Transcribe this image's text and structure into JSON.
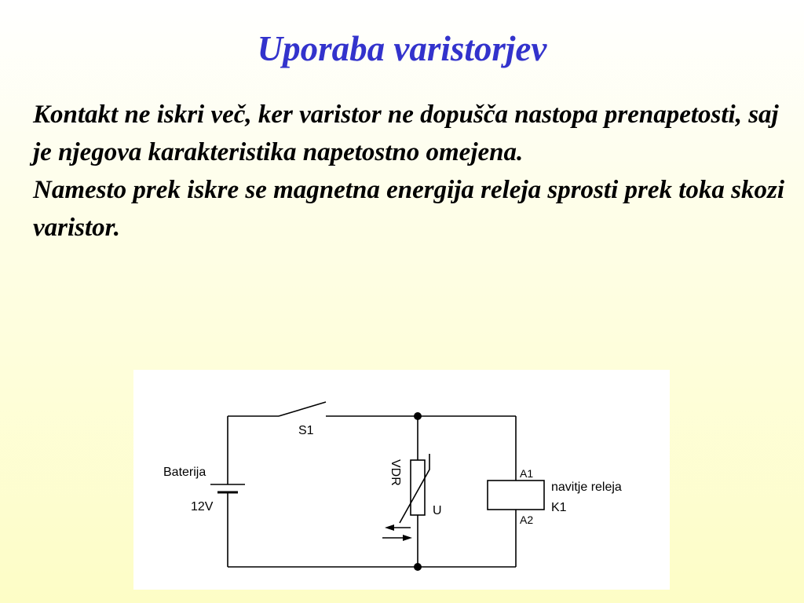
{
  "slide": {
    "title": "Uporaba varistorjev",
    "paragraphs": [
      "Kontakt ne iskri več, ker varistor ne dopušča nastopa prenapetosti, saj je njegova karakteristika napetostno omejena.",
      "Namesto prek iskre se magnetna energija releja sprosti prek toka skozi varistor."
    ]
  },
  "circuit": {
    "switch_label": "S1",
    "battery_label": "Baterija",
    "battery_voltage": "12V",
    "varistor_label": "VDR",
    "voltage_label": "U",
    "relay_terminal_top": "A1",
    "relay_terminal_bottom": "A2",
    "relay_name": "navitje releja",
    "relay_id": "K1"
  }
}
